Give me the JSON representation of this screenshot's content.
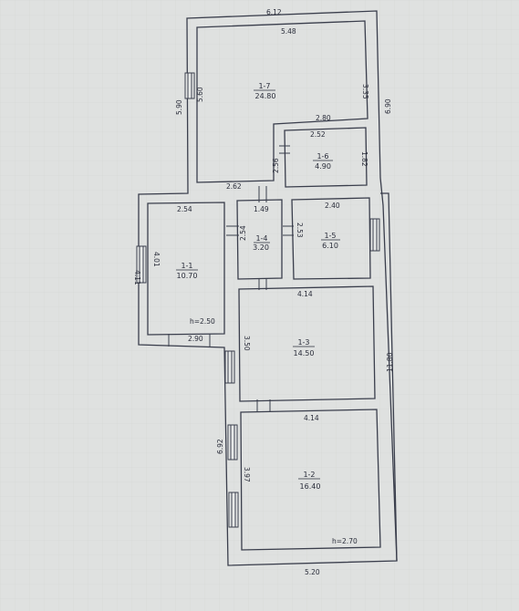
{
  "plan": {
    "dims": {
      "top_width": "6.12",
      "right_height": "6.90",
      "big_room_width": "5.48",
      "big_room_left": "5.60",
      "big_room_right": "3.35",
      "outer_left_top": "5.90",
      "step_width": "2.80",
      "small_room_top": "2.52",
      "small_room_left": "2.56",
      "small_room_right": "1.82",
      "mid_wall": "2.62",
      "room_11_top": "2.54",
      "corridor_top": "1.49",
      "corridor_side": "2.54",
      "room_15_left": "2.53",
      "room_15_top": "2.40",
      "outer_left_mid": "4.11",
      "room_11_side": "4.01",
      "room_11_h": "h=2.50",
      "room_11_bottom": "2.90",
      "room_13_top": "4.14",
      "room_13_side": "3.50",
      "right_long": "11.80",
      "room_12_top": "4.14",
      "outer_left_bottom": "6.92",
      "room_12_side": "3.97",
      "room_12_h": "h=2.70",
      "bottom_width": "5.20"
    },
    "rooms": [
      {
        "id": "1-7",
        "area": "24.80"
      },
      {
        "id": "1-6",
        "area": "4.90"
      },
      {
        "id": "1-4",
        "area": "3.20"
      },
      {
        "id": "1-5",
        "area": "6.10"
      },
      {
        "id": "1-1",
        "area": "10.70"
      },
      {
        "id": "1-3",
        "area": "14.50"
      },
      {
        "id": "1-2",
        "area": "16.40"
      }
    ]
  }
}
